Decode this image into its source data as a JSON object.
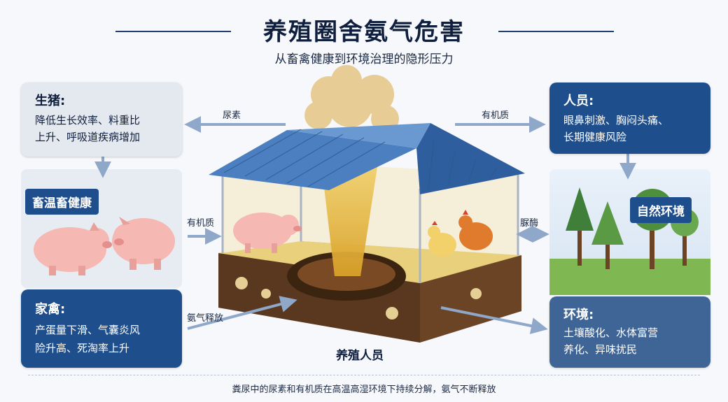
{
  "header": {
    "title": "养殖圈舍氨气危害",
    "subtitle": "从畜禽健康到环境治理的隐形压力"
  },
  "left": {
    "pig_card": {
      "heading": "生猪:",
      "line1": "降低生长效率、料重比",
      "line2": "上升、呼吸道疾病增加"
    },
    "health_label": "畜温畜健康",
    "poultry_card": {
      "heading": "家禽:",
      "line1": "产蛋量下滑、气囊炎风",
      "line2": "险升高、死淘率上升"
    }
  },
  "right": {
    "people_card": {
      "heading": "人员:",
      "line1": "眼鼻刺激、胸闷头痛、",
      "line2": "长期健康风险"
    },
    "nature_label": "自然环境",
    "env_card": {
      "heading": "环境:",
      "line1": "土壤酸化、水体富营",
      "line2": "养化、异味扰民"
    }
  },
  "arrows": {
    "urea": "尿素",
    "organic_top": "有机质",
    "organic_left": "有机质",
    "urease": "脲酶",
    "ammonia_release": "氨气释放"
  },
  "center_caption": "养殖人员",
  "footer": "粪尿中的尿素和有机质在高温高湿环境下持续分解，氨气不断释放",
  "colors": {
    "navy": "#1f4e8c",
    "card_gray": "#e4e9f0",
    "roof": "#3f73b5",
    "soil": "#6b4426",
    "gas": "#e6c15a",
    "warning": "#f5c518"
  }
}
